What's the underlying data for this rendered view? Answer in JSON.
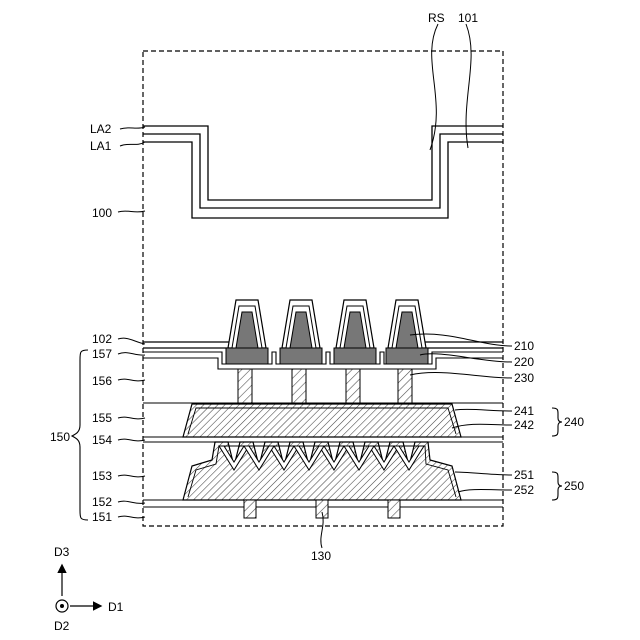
{
  "labels": {
    "rs": "RS",
    "l101": "101",
    "la2": "LA2",
    "la1": "LA1",
    "l100": "100",
    "l102": "102",
    "l157": "157",
    "l156": "156",
    "l155": "155",
    "l154": "154",
    "l153": "153",
    "l152": "152",
    "l151": "151",
    "l150": "150",
    "l210": "210",
    "l220": "220",
    "l230": "230",
    "l241": "241",
    "l242": "242",
    "l240": "240",
    "l251": "251",
    "l252": "252",
    "l250": "250",
    "l130": "130",
    "d3": "D3",
    "d1": "D1",
    "d2": "D2"
  }
}
